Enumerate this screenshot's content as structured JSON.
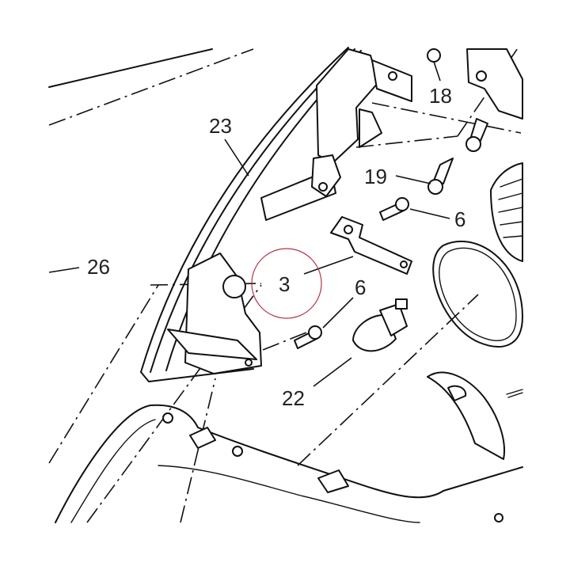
{
  "callouts": {
    "c18": "18",
    "c23": "23",
    "c19": "19",
    "c6_top": "6",
    "c26": "26",
    "c3": "3",
    "c6_mid": "6",
    "c22": "22"
  },
  "colors": {
    "line": "#111111",
    "highlight_circle": "#b2334a",
    "background": "#ffffff"
  }
}
